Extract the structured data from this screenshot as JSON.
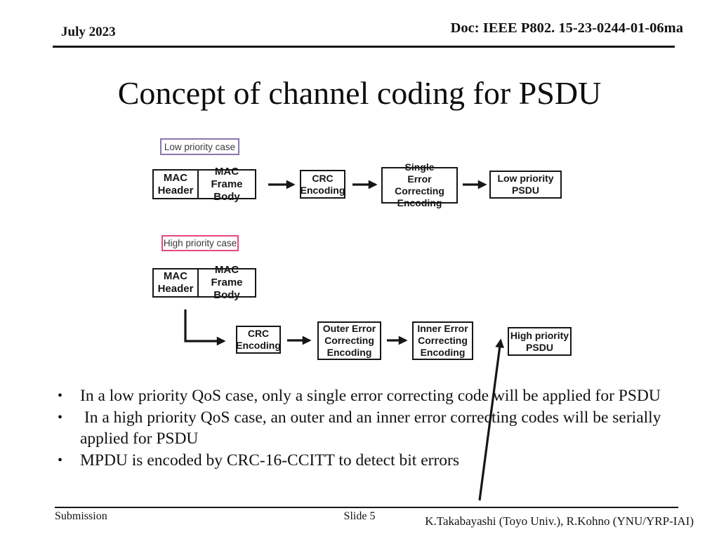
{
  "header": {
    "date": "July 2023",
    "doc": "Doc: IEEE P802. 15-23-0244-01-06ma"
  },
  "title": "Concept of channel coding for PSDU",
  "diagram": {
    "colors": {
      "low_border": "#8a76ae",
      "high_border": "#e8487c",
      "box_border": "#161616"
    },
    "low": {
      "case_label": "Low priority case",
      "boxes": {
        "mac_header": "MAC\nHeader",
        "mac_frame_body": "MAC Frame\nBody",
        "crc": "CRC\nEncoding",
        "single": "Single\nError Correcting\nEncoding",
        "psdu": "Low priority\nPSDU"
      }
    },
    "high": {
      "case_label": "High priority case",
      "boxes": {
        "mac_header": "MAC\nHeader",
        "mac_frame_body": "MAC Frame\nBody",
        "crc": "CRC\nEncoding",
        "outer": "Outer Error\nCorrecting\nEncoding",
        "inner": "Inner Error\nCorrecting\nEncoding",
        "psdu": "High priority\nPSDU"
      }
    }
  },
  "bullet_char": "•",
  "bullets": [
    "In a low priority QoS case, only a single error correcting code will be applied for PSDU",
    " In a high priority QoS case, an outer and an inner error correcting codes will be serially applied for PSDU",
    "MPDU is encoded by CRC-16-CCITT to detect bit errors"
  ],
  "footer": {
    "left": "Submission",
    "center": "Slide 5",
    "right": "K.Takabayashi (Toyo Univ.), R.Kohno (YNU/YRP-IAI)"
  }
}
